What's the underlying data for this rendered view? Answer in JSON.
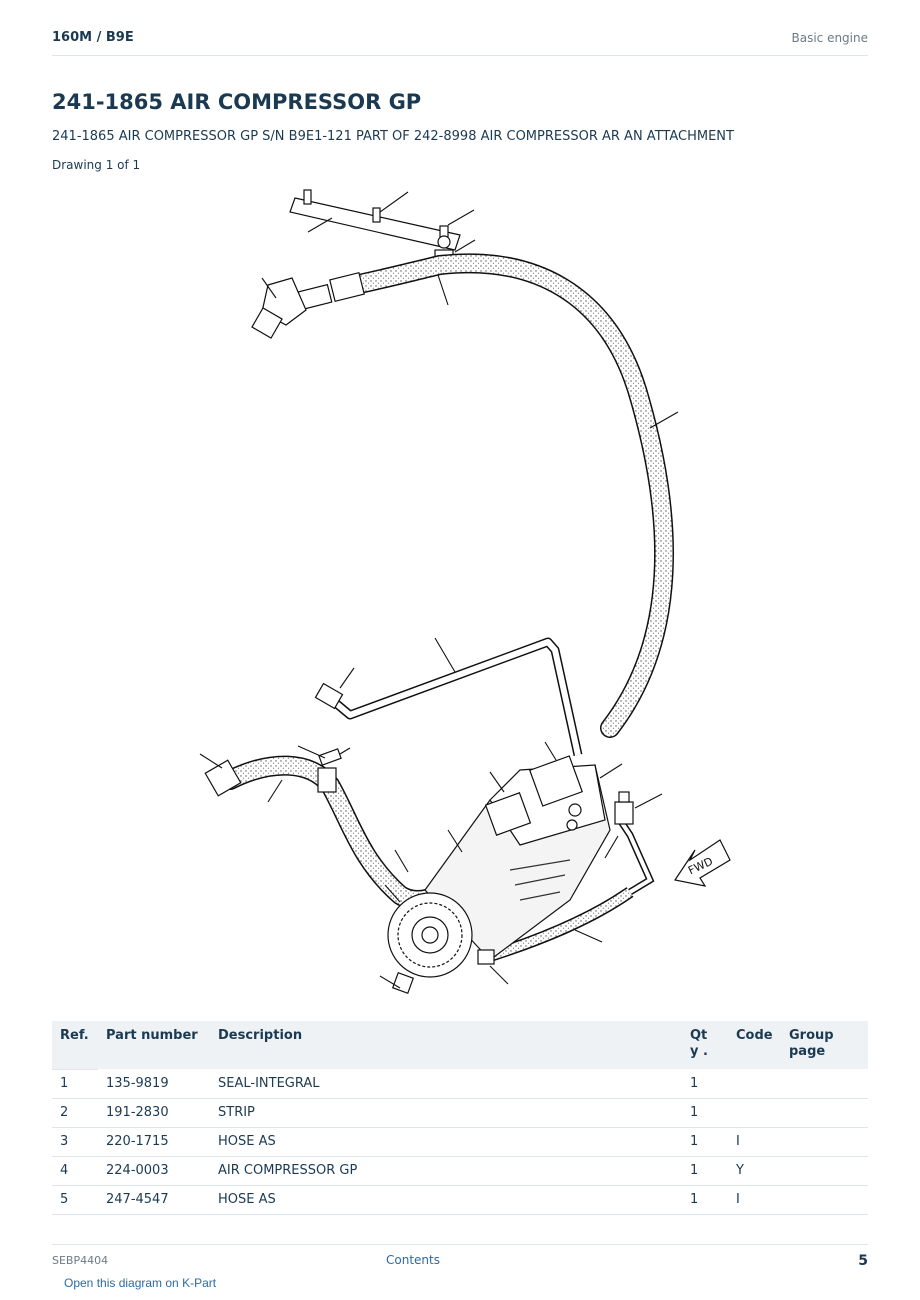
{
  "header": {
    "breadcrumb": "160M / B9E",
    "section": "Basic engine"
  },
  "title": "241-1865 AIR COMPRESSOR GP",
  "subtitle": "241-1865 AIR COMPRESSOR GP S/N B9E1-121 PART OF 242-8998 AIR COMPRESSOR AR AN ATTACHMENT",
  "drawing_label": "Drawing 1 of 1",
  "diagram": {
    "fwd_label": "FWD"
  },
  "table": {
    "headers": {
      "ref": "Ref.",
      "part_number": "Part number",
      "description": "Description",
      "qty": "Qty .",
      "code": "Code",
      "group_page": "Group page"
    },
    "rows": [
      {
        "ref": "1",
        "part_number": "135-9819",
        "description": "SEAL-INTEGRAL",
        "qty": "1",
        "code": ""
      },
      {
        "ref": "2",
        "part_number": "191-2830",
        "description": "STRIP",
        "qty": "1",
        "code": ""
      },
      {
        "ref": "3",
        "part_number": "220-1715",
        "description": "HOSE AS",
        "qty": "1",
        "code": "I"
      },
      {
        "ref": "4",
        "part_number": "224-0003",
        "description": "AIR COMPRESSOR GP",
        "qty": "1",
        "code": "Y"
      },
      {
        "ref": "5",
        "part_number": "247-4547",
        "description": "HOSE AS",
        "qty": "1",
        "code": "I"
      }
    ]
  },
  "footer": {
    "doc_id": "SEBP4404",
    "contents_link": "Contents",
    "page_number": "5",
    "kpart_link": "Open this diagram on K-Part"
  }
}
